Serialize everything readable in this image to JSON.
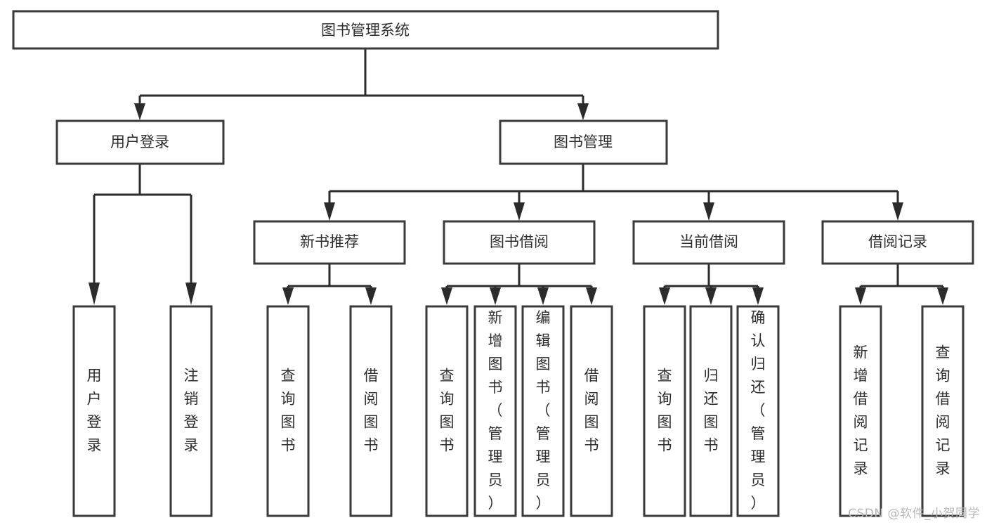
{
  "diagram": {
    "type": "tree-hierarchy-chart",
    "title": "图书管理系统",
    "watermark": "CSDN @软件_小贺同学",
    "levels": 4,
    "colors": {
      "box_fill": "#ffffff",
      "box_stroke": "#3a3a3a",
      "connector": "#2b2b2b",
      "text": "#2d2d2d",
      "watermark": "#b8b8b8",
      "background": "#ffffff"
    },
    "root": {
      "label": "图书管理系统",
      "orientation": "horizontal"
    },
    "level2": [
      {
        "id": "user-login",
        "label": "用户登录",
        "orientation": "horizontal"
      },
      {
        "id": "book-management",
        "label": "图书管理",
        "orientation": "horizontal"
      }
    ],
    "level3": [
      {
        "id": "new-book-recommend",
        "label": "新书推荐",
        "orientation": "horizontal",
        "parent": "book-management"
      },
      {
        "id": "book-borrow",
        "label": "图书借阅",
        "orientation": "horizontal",
        "parent": "book-management"
      },
      {
        "id": "current-borrow",
        "label": "当前借阅",
        "orientation": "horizontal",
        "parent": "book-management"
      },
      {
        "id": "borrow-record",
        "label": "借阅记录",
        "orientation": "horizontal",
        "parent": "book-management"
      }
    ],
    "leaves": {
      "user-login": [
        {
          "id": "leaf-user-login",
          "label": "用户登录",
          "orientation": "vertical"
        },
        {
          "id": "leaf-user-logout",
          "label": "注销登录",
          "orientation": "vertical"
        }
      ],
      "new-book-recommend": [
        {
          "id": "leaf-query-book-1",
          "label": "查询图书",
          "orientation": "vertical"
        },
        {
          "id": "leaf-borrow-book-1",
          "label": "借阅图书",
          "orientation": "vertical"
        }
      ],
      "book-borrow": [
        {
          "id": "leaf-query-book-2",
          "label": "查询图书",
          "orientation": "vertical"
        },
        {
          "id": "leaf-add-book",
          "label": "新增图书（管理员）",
          "orientation": "vertical"
        },
        {
          "id": "leaf-edit-book",
          "label": "编辑图书（管理员）",
          "orientation": "vertical"
        },
        {
          "id": "leaf-borrow-book-2",
          "label": "借阅图书",
          "orientation": "vertical"
        }
      ],
      "current-borrow": [
        {
          "id": "leaf-query-book-3",
          "label": "查询图书",
          "orientation": "vertical"
        },
        {
          "id": "leaf-return-book",
          "label": "归还图书",
          "orientation": "vertical"
        },
        {
          "id": "leaf-confirm-return",
          "label": "确认归还（管理员）",
          "orientation": "vertical"
        }
      ],
      "borrow-record": [
        {
          "id": "leaf-add-record",
          "label": "新增借阅记录",
          "orientation": "vertical"
        },
        {
          "id": "leaf-query-record",
          "label": "查询借阅记录",
          "orientation": "vertical"
        }
      ]
    }
  }
}
